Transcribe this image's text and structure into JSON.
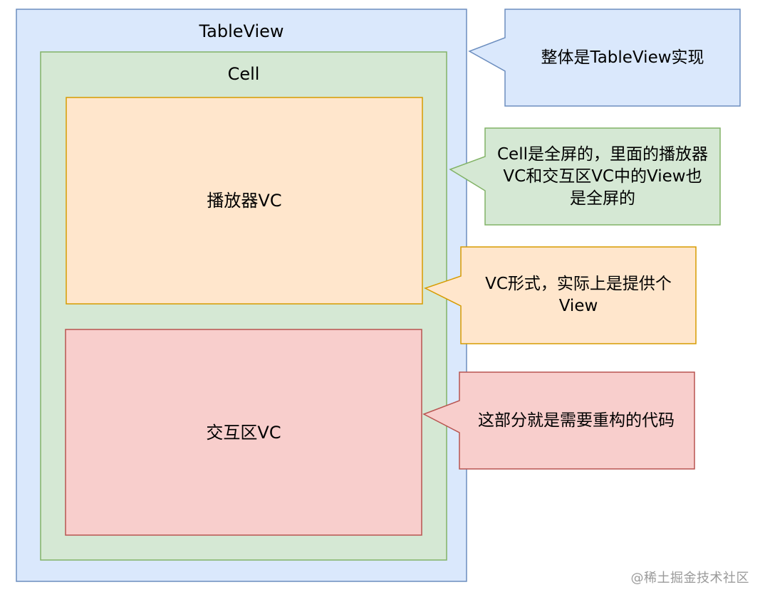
{
  "boxes": {
    "tableview": {
      "label": "TableView"
    },
    "cell": {
      "label": "Cell"
    },
    "player_vc": {
      "label": "播放器VC"
    },
    "interaction_vc": {
      "label": "交互区VC"
    }
  },
  "callouts": {
    "tableview_note": {
      "text": "整体是TableView实现"
    },
    "cell_note": {
      "text": "Cell是全屏的，里面的播放器VC和交互区VC中的View也是全屏的"
    },
    "vc_note": {
      "text": "VC形式，实际上是提供个View"
    },
    "refactor_note": {
      "text": "这部分就是需要重构的代码"
    }
  },
  "watermark": {
    "text": "@稀土掘金技术社区"
  },
  "colors": {
    "blue_fill": "#dae8fc",
    "blue_stroke": "#6c8ebf",
    "green_fill": "#d5e8d4",
    "green_stroke": "#82b366",
    "orange_fill": "#ffe6cc",
    "orange_stroke": "#d79b00",
    "red_fill": "#f8cecc",
    "red_stroke": "#b85450"
  }
}
